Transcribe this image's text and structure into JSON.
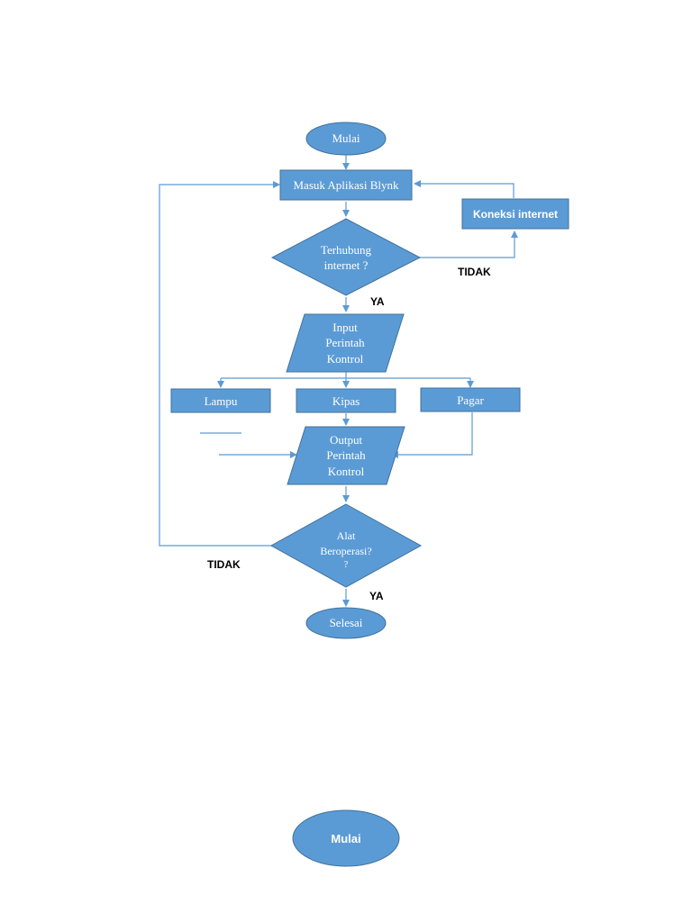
{
  "flowchart": {
    "start": "Mulai",
    "app": "Masuk Aplikasi Blynk",
    "decision_internet": [
      "Terhubung",
      "internet ?"
    ],
    "reconnect": "Koneksi internet",
    "label_tidak_1": "TIDAK",
    "label_ya_1": "YA",
    "input": [
      "Input",
      "Perintah",
      "Kontrol"
    ],
    "device_lampu": "Lampu",
    "device_kipas": "Kipas",
    "device_pagar": "Pagar",
    "output": [
      "Output",
      "Perintah",
      "Kontrol"
    ],
    "decision_device": [
      "Alat",
      "Beroperasi?",
      "?"
    ],
    "label_tidak_2": "TIDAK",
    "label_ya_2": "YA",
    "end": "Selesai",
    "second_start": "Mulai"
  }
}
